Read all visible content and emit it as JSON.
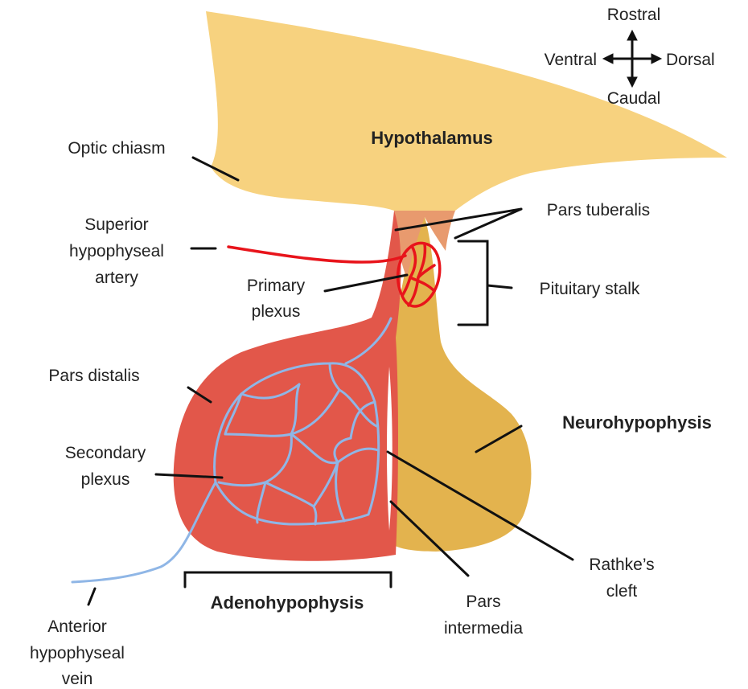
{
  "colors": {
    "hypothalamus": "#F7D27F",
    "pars_tuberalis": "#E89A6E",
    "adenohypophysis": "#E2574A",
    "neurohypophysis": "#E3B34E",
    "artery": "#E8141B",
    "veins": "#8FB6E6"
  },
  "compass": {
    "rostral": "Rostral",
    "caudal": "Caudal",
    "ventral": "Ventral",
    "dorsal": "Dorsal"
  },
  "labels": {
    "hypothalamus": "Hypothalamus",
    "optic_chiasm": "Optic chiasm",
    "superior_artery": [
      "Superior",
      "hypophyseal",
      "artery"
    ],
    "pars_tuberalis": "Pars tuberalis",
    "primary_plexus": [
      "Primary",
      "plexus"
    ],
    "pituitary_stalk": "Pituitary stalk",
    "pars_distalis": "Pars distalis",
    "secondary_plexus": [
      "Secondary",
      "plexus"
    ],
    "neurohypophysis": "Neurohypophysis",
    "rathkes_cleft": [
      "Rathke’s",
      "cleft"
    ],
    "adenohypophysis": "Adenohypophysis",
    "pars_intermedia": [
      "Pars",
      "intermedia"
    ],
    "anterior_vein": [
      "Anterior",
      "hypophyseal",
      "vein"
    ]
  }
}
